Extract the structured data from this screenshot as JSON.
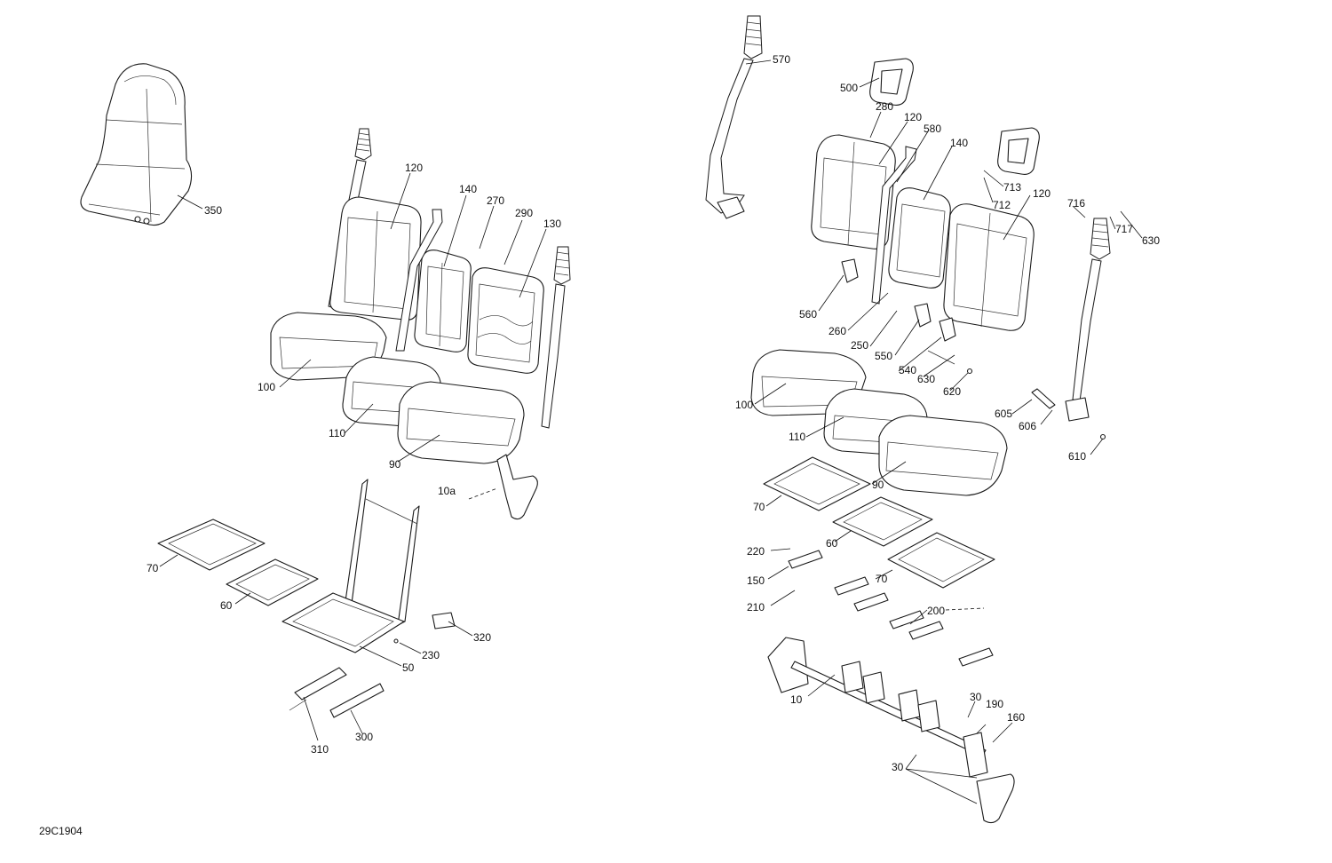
{
  "drawing_ref": "29C1904",
  "left_assembly": {
    "labels": [
      "350",
      "120",
      "140",
      "270",
      "290",
      "130",
      "100",
      "110",
      "90",
      "10a",
      "70",
      "60",
      "320",
      "230",
      "50",
      "310",
      "300"
    ]
  },
  "right_assembly": {
    "labels": [
      "570",
      "500",
      "280",
      "120",
      "580",
      "140",
      "713",
      "712",
      "120",
      "716",
      "717",
      "630",
      "560",
      "260",
      "250",
      "550",
      "540",
      "630",
      "620",
      "100",
      "605",
      "606",
      "110",
      "90",
      "610",
      "70",
      "60",
      "220",
      "150",
      "70",
      "210",
      "200",
      "10",
      "30",
      "190",
      "160",
      "30"
    ]
  },
  "colors": {
    "ink": "#1a1a1a",
    "paper": "#ffffff"
  }
}
